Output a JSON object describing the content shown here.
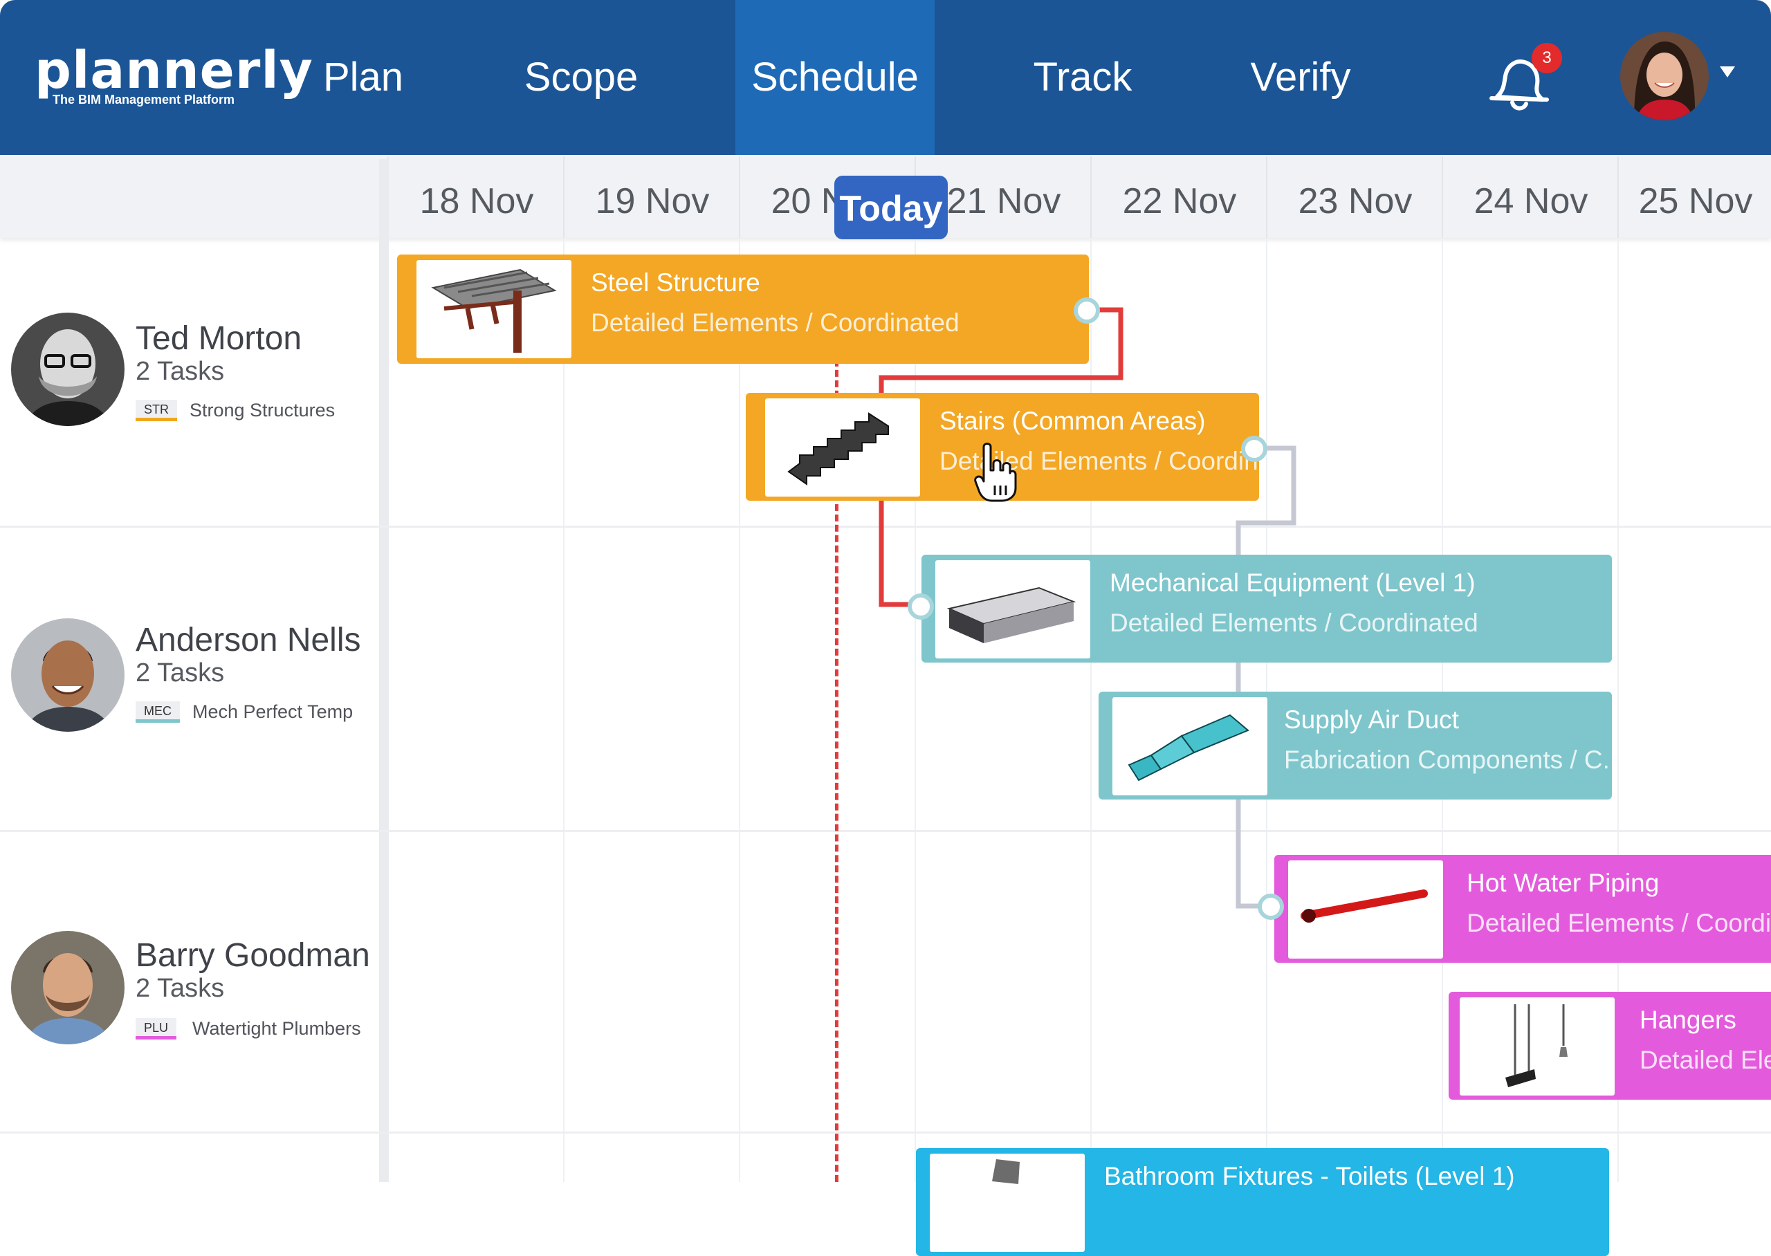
{
  "app": {
    "logo_text": "plannerly",
    "logo_tagline": "The BIM Management Platform"
  },
  "nav": {
    "items": [
      {
        "label": "Plan",
        "active": false
      },
      {
        "label": "Scope",
        "active": false
      },
      {
        "label": "Schedule",
        "active": true
      },
      {
        "label": "Track",
        "active": false
      },
      {
        "label": "Verify",
        "active": false
      }
    ],
    "notification_count": "3"
  },
  "timeline": {
    "dates": [
      "18 Nov",
      "19 Nov",
      "20 Nov",
      "21 Nov",
      "22 Nov",
      "23 Nov",
      "24 Nov",
      "25 Nov"
    ],
    "today_label": "Today"
  },
  "users": [
    {
      "name": "Ted Morton",
      "tasks": "2 Tasks",
      "code": "STR",
      "company": "Strong Structures"
    },
    {
      "name": "Anderson Nells",
      "tasks": "2 Tasks",
      "code": "MEC",
      "company": "Mech Perfect Temp"
    },
    {
      "name": "Barry Goodman",
      "tasks": "2 Tasks",
      "code": "PLU",
      "company": "Watertight Plumbers"
    }
  ],
  "tasks": [
    {
      "title": "Steel Structure",
      "subtitle": "Detailed Elements / Coordinated",
      "icon": "steel-structure-model"
    },
    {
      "title": "Stairs (Common Areas)",
      "subtitle": "Detailed Elements / Coordin...",
      "icon": "stairs-model"
    },
    {
      "title": "Mechanical Equipment (Level 1)",
      "subtitle": "Detailed Elements / Coordinated",
      "icon": "mechanical-unit-model"
    },
    {
      "title": "Supply Air Duct",
      "subtitle": "Fabrication Components / C...",
      "icon": "air-duct-model"
    },
    {
      "title": "Hot Water Piping",
      "subtitle": "Detailed Elements / Coordinat",
      "icon": "pipe-model"
    },
    {
      "title": "Hangers",
      "subtitle": "Detailed Elem",
      "icon": "hanger-model"
    },
    {
      "title": "Bathroom Fixtures - Toilets (Level 1)",
      "subtitle": "",
      "icon": "toilet-model"
    }
  ],
  "colors": {
    "nav": "#1b5596",
    "nav_active": "#1f6ab7",
    "structure": "#f3a724",
    "mechanical": "#7ec6cc",
    "plumbing": "#e35bdc",
    "fixtures": "#23b6e6",
    "today": "#3366c2",
    "critical_path": "#e23b3b"
  }
}
